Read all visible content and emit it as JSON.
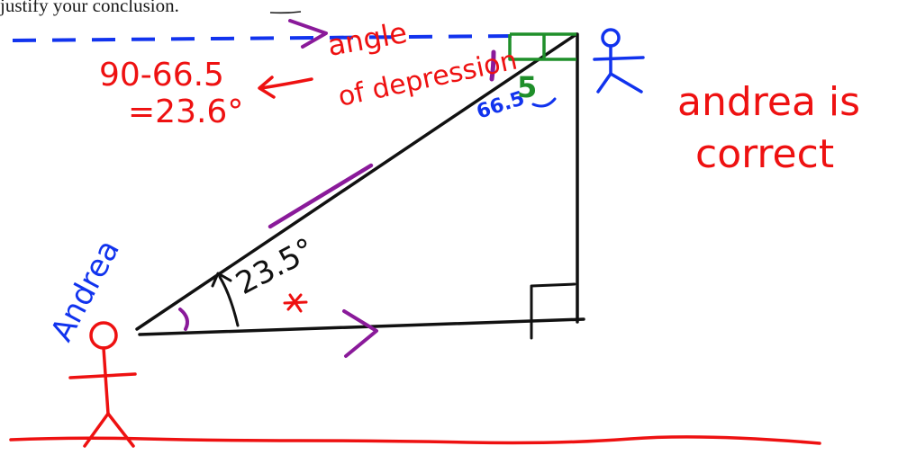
{
  "colors": {
    "black": "#111111",
    "red": "#ee1111",
    "blue": "#1133ee",
    "purple": "#8a1a9a",
    "green": "#1f8f2a"
  },
  "printed_text": {
    "question_tail": "justify your conclusion."
  },
  "annotations": {
    "subtraction_line1": "90-66.5",
    "subtraction_line2": "=23.6°",
    "angle_label_line1": "angle",
    "angle_label_line2": "of depression",
    "top_angle": "66.5",
    "top_angle_correction": "5",
    "bottom_angle": "23.5°",
    "andrea_name": "Andrea",
    "conclusion_line1": "andrea is",
    "conclusion_line2": "correct"
  }
}
